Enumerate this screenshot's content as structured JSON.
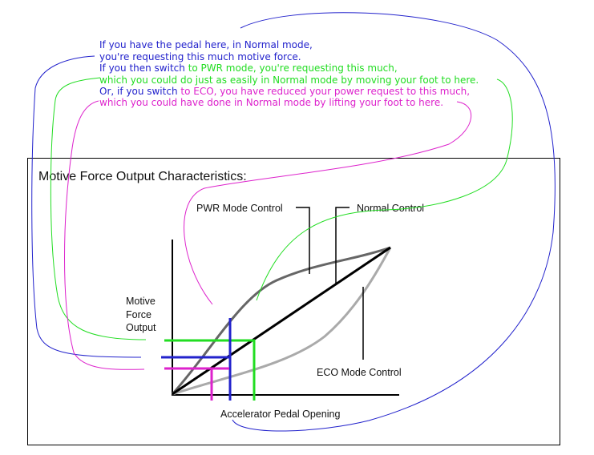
{
  "title": "Motive Force Output Characteristics:",
  "labels": {
    "pwr": "PWR Mode Control",
    "normal": "Normal Control",
    "eco": "ECO Mode Control",
    "y_axis": [
      "Motive",
      "Force",
      "Output"
    ],
    "x_axis": "Accelerator Pedal Opening"
  },
  "annotations": {
    "line1": "If you have the pedal here, in Normal mode,",
    "line2": "you're requesting this much motive force.",
    "line3_pre": "If you then switch ",
    "line3_post": "to PWR mode, you're requesting this much,",
    "line4": "which you could do just as easily in Normal mode by moving your foot to here.",
    "line5_pre": "Or, if you switch ",
    "line5_post": "to ECO, you have reduced your power request to this much,",
    "line6": "which you could have done in Normal mode by lifting your foot to here."
  },
  "colors": {
    "normal_annotation": "#2222cc",
    "pwr_annotation": "#22dd22",
    "eco_annotation": "#dd22cc",
    "pwr_curve": "#666666",
    "normal_curve": "#000000",
    "eco_curve": "#aaaaaa"
  }
}
